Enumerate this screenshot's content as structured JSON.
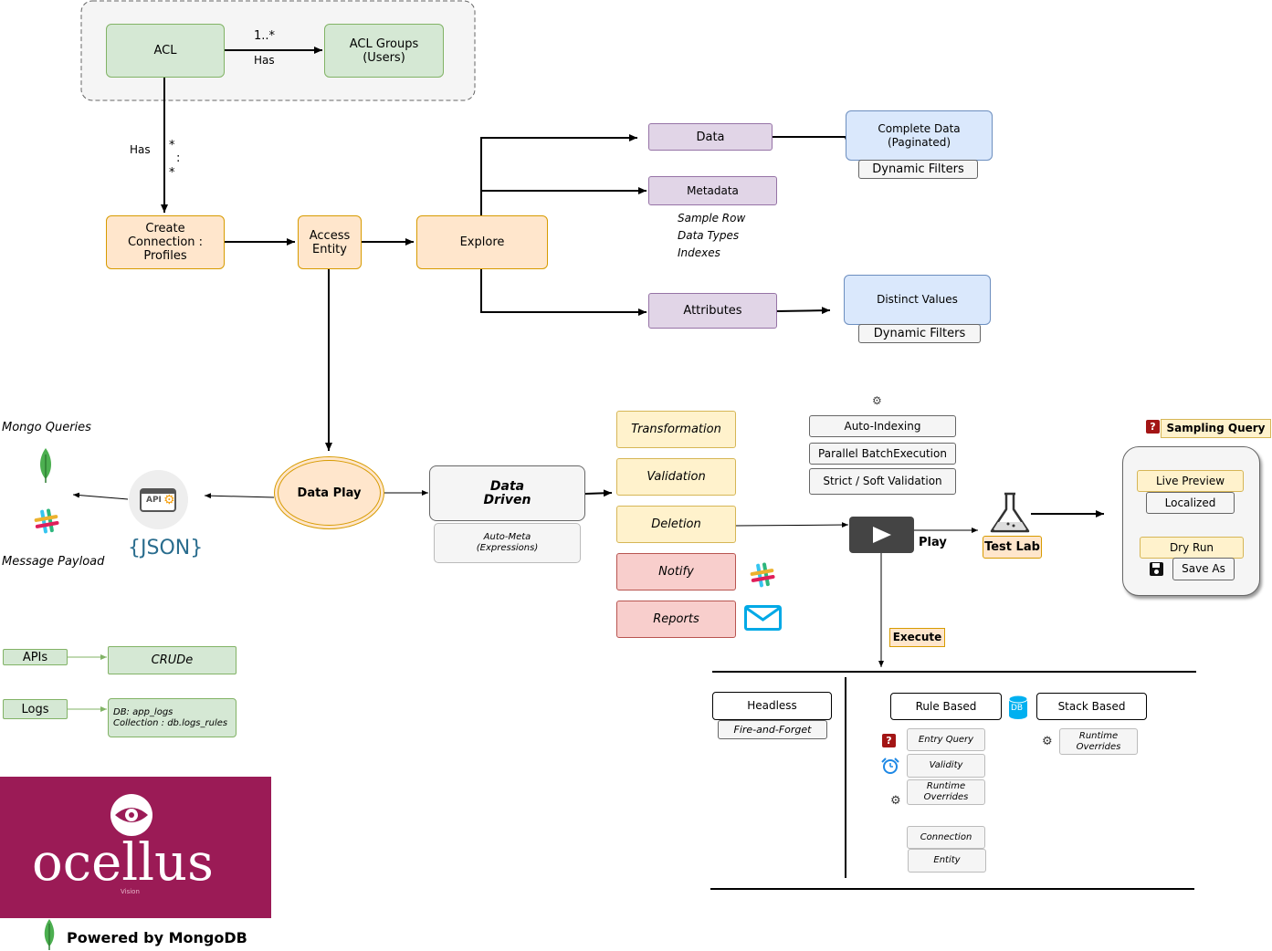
{
  "acl": {
    "acl": "ACL",
    "groups": "ACL Groups\n(Users)",
    "multiplicity": "1..*",
    "has": "Has",
    "has_left": "Has",
    "star_mult": [
      "*",
      ":",
      "*"
    ]
  },
  "flow": {
    "create": "Create\nConnection :\nProfiles",
    "access": "Access\nEntity",
    "explore": "Explore",
    "data": "Data",
    "metadata": "Metadata",
    "metadata_items": [
      "Sample Row",
      "Data Types",
      "Indexes"
    ],
    "attributes": "Attributes",
    "complete_data": "Complete Data\n(Paginated)",
    "dynamic_filters_1": "Dynamic Filters",
    "distinct_values": "Distinct Values",
    "dynamic_filters_2": "Dynamic Filters"
  },
  "left": {
    "mongo_queries": "Mongo Queries",
    "message_payload": "Message Payload",
    "json": "{JSON}",
    "api_badge": "API"
  },
  "play": {
    "data_play": "Data Play",
    "data_driven": "Data\nDriven",
    "auto_meta": "Auto-Meta\n(Expressions)",
    "actions": [
      "Transformation",
      "Validation",
      "Deletion",
      "Notify",
      "Reports"
    ],
    "options": [
      "Auto-Indexing",
      "Parallel BatchExecution",
      "Strict / Soft Validation"
    ],
    "play_label": "Play",
    "test_lab": "Test Lab",
    "sampling_query": "Sampling Query",
    "live_preview": "Live Preview",
    "localized": "Localized",
    "dry_run": "Dry Run",
    "save_as": "Save As",
    "execute": "Execute"
  },
  "execute": {
    "headless": "Headless",
    "fire_and_forget": "Fire-and-Forget",
    "rule_based": "Rule Based",
    "stack_based": "Stack Based",
    "db_badge": "DB",
    "rule_items": [
      "Entry Query",
      "Validity",
      "Runtime\nOverrides",
      "Connection",
      "Entity"
    ],
    "stack_items": [
      "Runtime\nOverrides"
    ]
  },
  "bottom": {
    "apis": "APIs",
    "crude": "CRUDe",
    "logs": "Logs",
    "db_info": "DB:             app_logs\nCollection : db.logs_rules",
    "brand": "ocellus",
    "brand_sub": "Vision",
    "powered_by": "Powered by MongoDB"
  },
  "colors": {
    "brand_bg": "#9b1b56",
    "slack": [
      "#36c5f0",
      "#2eb67d",
      "#ecb22e",
      "#e01e5a"
    ],
    "mongo_leaf": "#4caf50"
  }
}
